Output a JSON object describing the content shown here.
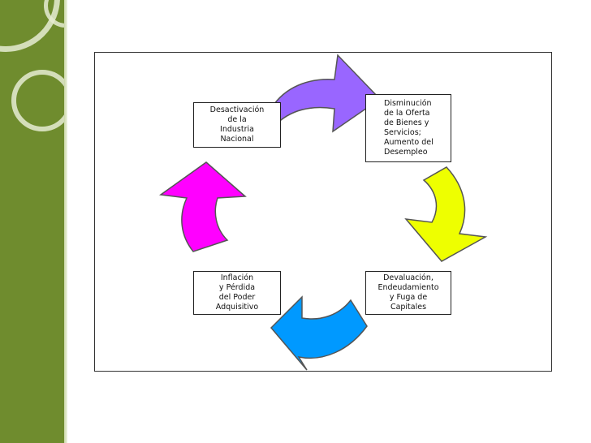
{
  "diagram": {
    "boxes": [
      {
        "id": "b1",
        "text": "Desactivación\nde la\nIndustria\nNacional"
      },
      {
        "id": "b2",
        "text": "Disminución\nde la Oferta\nde Bienes y\nServicios;\nAumento del\nDesempleo"
      },
      {
        "id": "b3",
        "text": "Devaluación,\nEndeudamiento\ny Fuga de\nCapitales"
      },
      {
        "id": "b4",
        "text": "Inflación\ny Pérdida\ndel Poder\nAdquisitivo"
      }
    ],
    "arrows": [
      {
        "from": "b1",
        "to": "b2",
        "color": "#9966ff"
      },
      {
        "from": "b2",
        "to": "b3",
        "color": "#eeff00"
      },
      {
        "from": "b3",
        "to": "b4",
        "color": "#0099ff"
      },
      {
        "from": "b4",
        "to": "b1",
        "color": "#ff00ff"
      }
    ]
  },
  "theme": {
    "sidebar_color": "#6f8c2e",
    "ring_color": "#e6ecd2"
  }
}
